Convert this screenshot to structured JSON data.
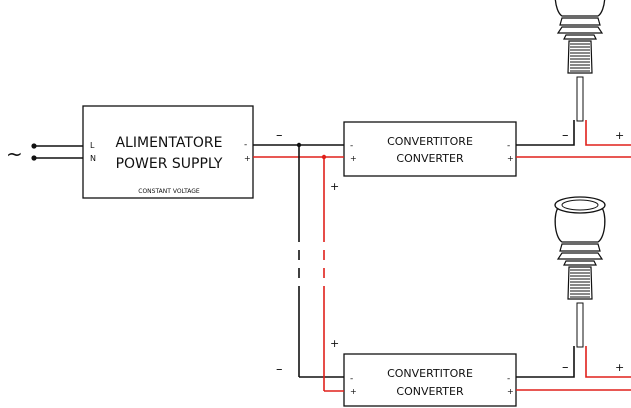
{
  "ac_symbol": "~",
  "power_supply": {
    "title_line1": "ALIMENTATORE",
    "title_line2": "POWER SUPPLY",
    "subtitle": "CONSTANT VOLTAGE",
    "input_l": "L",
    "input_n": "N",
    "out_minus": "-",
    "out_plus": "+"
  },
  "converters": [
    {
      "line1": "CONVERTITORE",
      "line2": "CONVERTER",
      "in_minus": "-",
      "in_plus": "+",
      "out_minus": "-",
      "out_plus": "+"
    },
    {
      "line1": "CONVERTITORE",
      "line2": "CONVERTER",
      "in_minus": "-",
      "in_plus": "+",
      "out_minus": "-",
      "out_plus": "+"
    }
  ],
  "wire_labels": {
    "bus_minus": "–",
    "conv1_plus": "+",
    "conv2_plus": "+",
    "conv2_minus": "–",
    "lamp1_minus": "–",
    "lamp1_plus": "+",
    "lamp2_minus": "–",
    "lamp2_plus": "+"
  },
  "colors": {
    "negative_wire": "#111111",
    "positive_wire": "#e0201b"
  },
  "icons": [
    "ac-source-icon",
    "recessed-spotlight-icon"
  ]
}
